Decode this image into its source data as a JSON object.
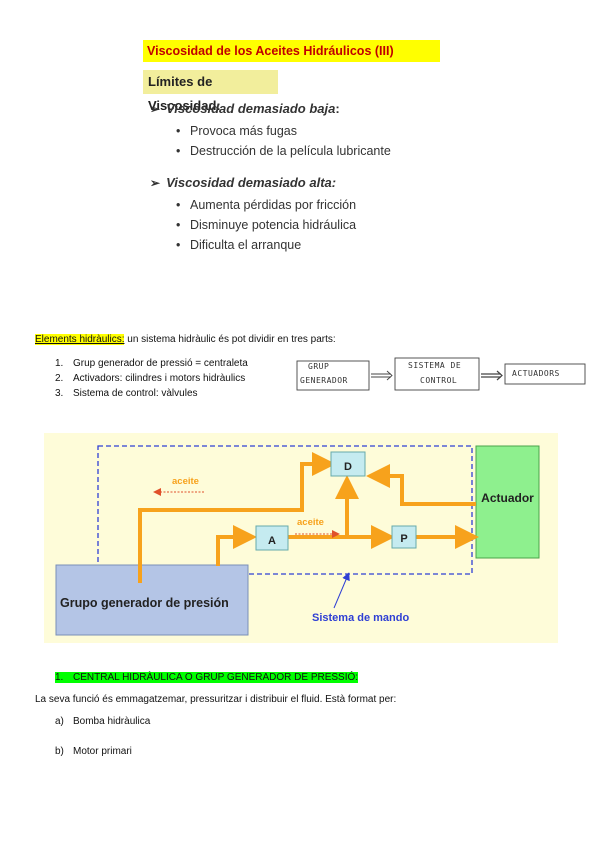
{
  "slide": {
    "title": "Viscosidad de los Aceites Hidráulicos (III)",
    "subtitle": "Límites de Viscosidad:",
    "sections": [
      {
        "heading": "Viscosidad demasiado baja",
        "heading_suffix": ":",
        "items": [
          "Provoca más fugas",
          "Destrucción de la película lubricante"
        ]
      },
      {
        "heading": "Viscosidad demasiado alta:",
        "heading_suffix": "",
        "items": [
          "Aumenta pérdidas por fricción",
          "Disminuye potencia hidráulica",
          "Dificulta el arranque"
        ]
      }
    ]
  },
  "elements": {
    "label": "Elements hidràulics:",
    "intro": " un sistema hidràulic és pot dividir en tres parts:",
    "list": [
      {
        "num": "1.",
        "text": "Grup generador de pressió = centraleta"
      },
      {
        "num": "2.",
        "text": "Activadors: cilindres i motors hidràulics"
      },
      {
        "num": "3.",
        "text": "Sistema de control: vàlvules"
      }
    ]
  },
  "sketch": {
    "box1_line1": "GRUP",
    "box1_line2": "GENERADOR",
    "box2_line1": "SISTEMA DE",
    "box2_line2": "CONTROL",
    "box3": "ACTUADORS"
  },
  "diagram": {
    "generator": "Grupo generador de presión",
    "actuator": "Actuador",
    "node_d": "D",
    "node_a": "A",
    "node_p": "P",
    "aceite_top": "aceite",
    "aceite_mid": "aceite",
    "mando": "Sistema de mando",
    "colors": {
      "pipe": "#f7a21c",
      "generator_fill": "#b4c5e6",
      "actuator_fill": "#8ef08e",
      "node_fill": "#c5ebf0",
      "dashed": "#2f3fd4",
      "aceite_text": "#f7a21c"
    }
  },
  "central": {
    "heading_num": "1.",
    "heading": "CENTRAL HIDRÀULICA O GRUP GENERADOR DE PRESSIÓ:",
    "description": "La seva funció és emmagatzemar, pressuritzar i distribuir el fluid. Està format per:",
    "items": [
      {
        "letter": "a)",
        "text": "Bomba hidràulica"
      },
      {
        "letter": "b)",
        "text": "Motor primari"
      }
    ]
  }
}
